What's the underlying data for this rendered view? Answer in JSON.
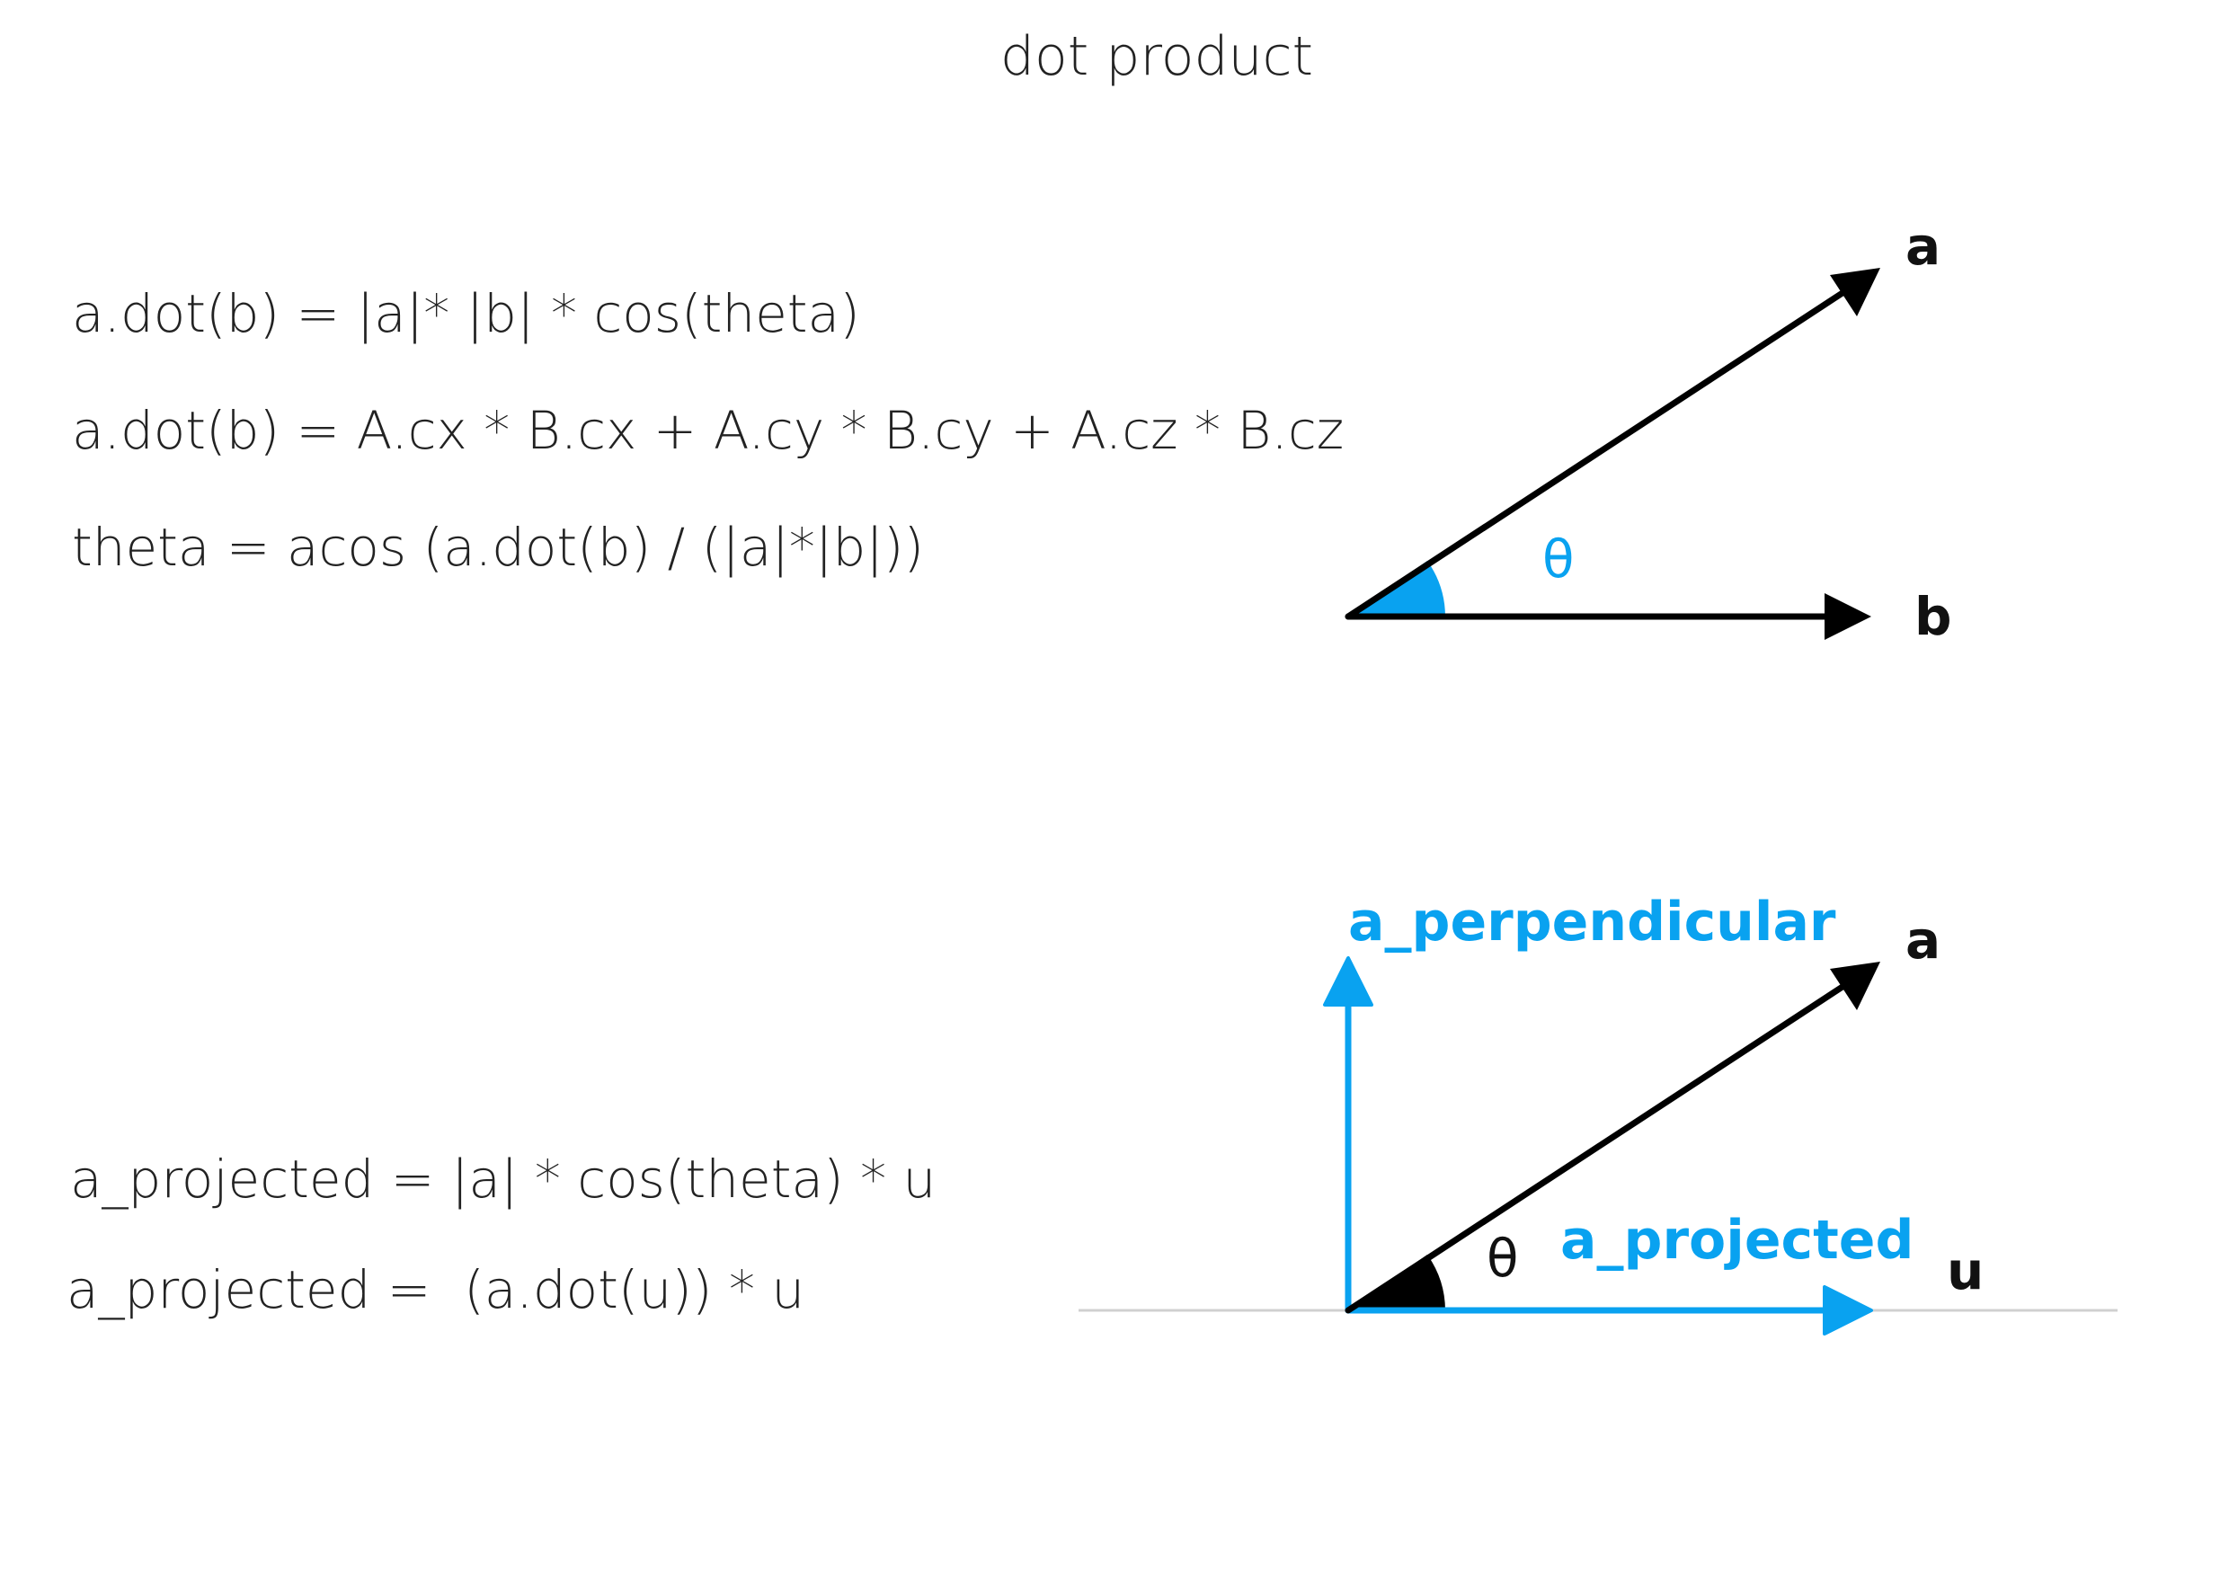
{
  "title": "dot product",
  "equations_top": [
    "a.dot(b) = |a|* |b| * cos(theta)",
    "a.dot(b) = A.cx * B.cx + A.cy * B.cy + A.cz * B.cz",
    "theta = acos (a.dot(b) / (|a|*|b|))"
  ],
  "equations_bottom": [
    "a_projected = |a| * cos(theta) * u",
    "a_projected =  (a.dot(u)) * u"
  ],
  "diagram_top": {
    "vector_a_label": "a",
    "vector_b_label": "b",
    "angle_label": "θ"
  },
  "diagram_bottom": {
    "vector_a_label": "a",
    "vector_u_label": "u",
    "perpendicular_label": "a_perpendicular",
    "projected_label": "a_projected",
    "angle_label": "θ"
  },
  "colors": {
    "accent_blue": "#09a2f0",
    "vector_black": "#000000",
    "baseline_gray": "#d0d0d0"
  }
}
